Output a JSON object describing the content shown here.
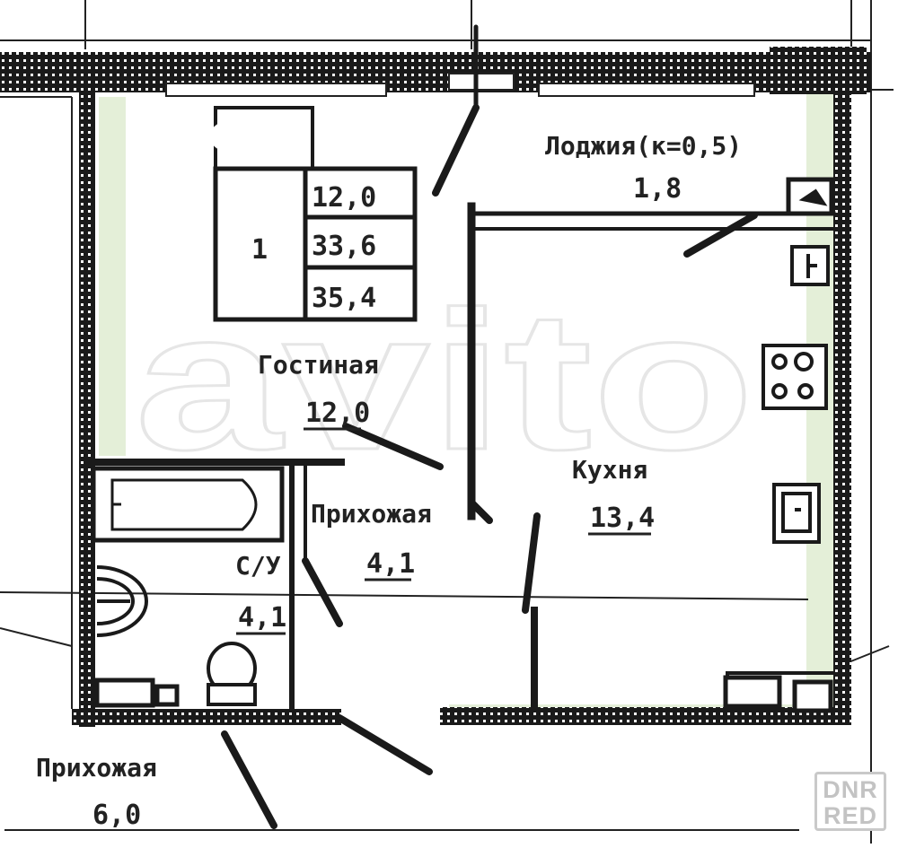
{
  "apartment": {
    "rooms": "1",
    "living_area": "12,0",
    "useful_area": "33,6",
    "total_area": "35,4"
  },
  "rooms": {
    "loggia": {
      "name": "Лоджия(к=0,5)",
      "area": "1,8"
    },
    "living": {
      "name": "Гостиная",
      "area": "12,0"
    },
    "kitchen": {
      "name": "Кухня",
      "area": "13,4"
    },
    "hall": {
      "name": "Прихожая",
      "area": "4,1"
    },
    "bathroom": {
      "name": "С/У",
      "area": "4,1"
    },
    "neighbor_hall": {
      "name": "Прихожая",
      "area": "6,0"
    }
  },
  "watermark": {
    "text": "avito"
  },
  "badge": {
    "line1": "DNR",
    "line2": "RED"
  }
}
